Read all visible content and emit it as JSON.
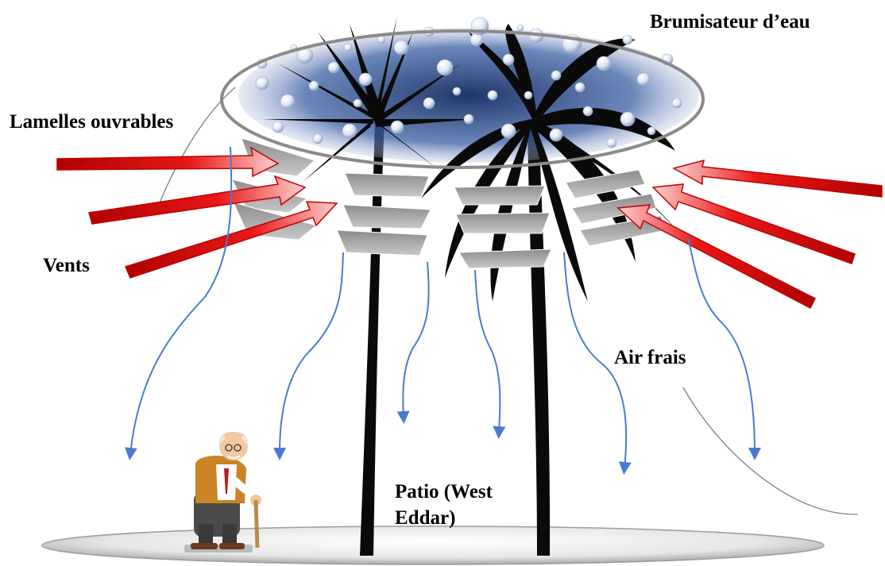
{
  "labels": {
    "water_mister": "Brumisateur d’eau",
    "opening_louvers": "Lamelles ouvrables",
    "winds": "Vents",
    "fresh_air": "Air frais",
    "patio": "Patio (West Eddar)"
  },
  "colors": {
    "wind_arrow": "#e01010",
    "airflow_arrow": "#4a7bd0",
    "louver": "#b9b9b9",
    "palm": "#0a0a0a",
    "mist": "#2c4a8a",
    "ground": "#cfcfcf"
  }
}
